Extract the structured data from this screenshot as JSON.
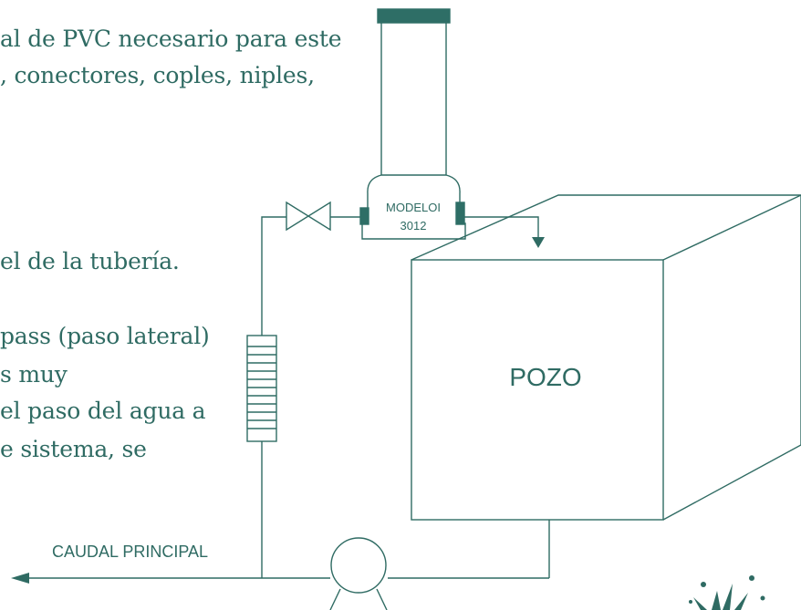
{
  "colors": {
    "ink": "#2f6b63",
    "dark_cap": "#2e6e66",
    "background": "#ffffff"
  },
  "text_lines": [
    "al de PVC necesario para este",
    ", conectores, coples, niples,",
    "el de la tubería.",
    "pass (paso lateral)",
    "s muy",
    "el paso del agua a",
    "e sistema, se"
  ],
  "diagram": {
    "model_label": "MODELOI",
    "model_number": "3012",
    "well_label": "POZO",
    "main_flow_label": "CAUDAL PRINCIPAL"
  },
  "icons": {
    "valve": "gate-valve-icon",
    "pump": "pump-icon",
    "filter": "filter-screen-icon",
    "splash": "splash-icon"
  }
}
